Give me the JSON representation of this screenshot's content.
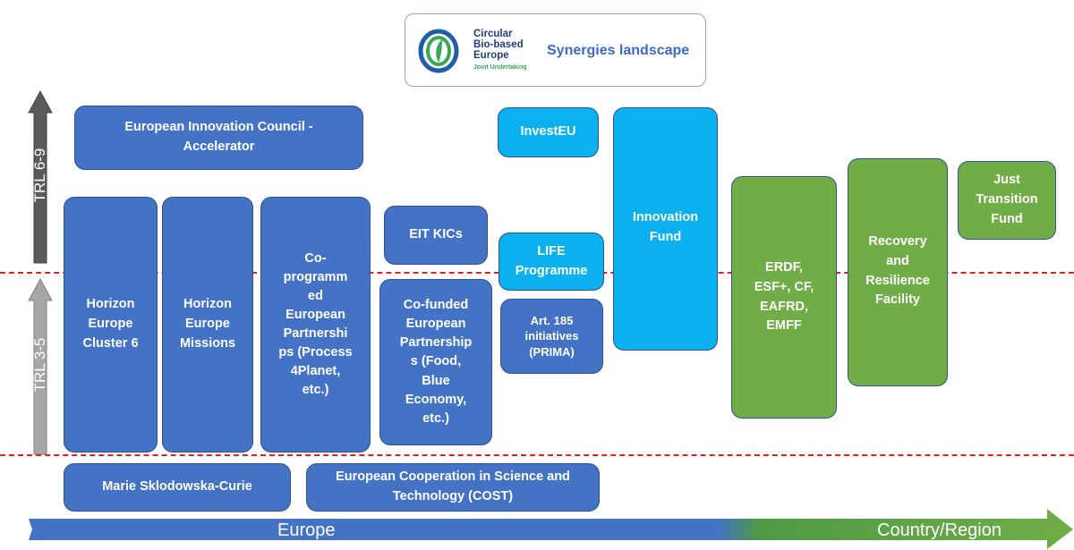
{
  "header": {
    "org_line1": "Circular",
    "org_line2": "Bio-based",
    "org_line3": "Europe",
    "org_sub": "Joint Undertaking",
    "title": "Synergies landscape"
  },
  "trl": {
    "upper": "TRL 6-9",
    "lower": "TRL 3-5"
  },
  "boxes": {
    "eic": "European Innovation Council -\nAccelerator",
    "cluster6": "Horizon\nEurope\nCluster 6",
    "missions": "Horizon\nEurope\nMissions",
    "coprog": "Co-\nprogramm\ned\nEuropean\nPartnershi\nps (Process\n4Planet,\netc.)",
    "eit": "EIT KICs",
    "cofunded": "Co-funded\nEuropean\nPartnership\ns (Food,\nBlue\nEconomy,\netc.)",
    "investeu": "InvestEU",
    "life": "LIFE\nProgramme",
    "art185": "Art. 185\ninitiatives\n(PRIMA)",
    "innovation_fund": "Innovation\nFund",
    "erdf": "ERDF,\nESF+, CF,\nEAFRD,\nEMFF",
    "rrf": "Recovery\nand\nResilience\nFacility",
    "jtf": "Just\nTransition\nFund",
    "msca": "Marie Sklodowska-Curie",
    "cost": "European Cooperation in Science and\nTechnology (COST)"
  },
  "bottom": {
    "europe": "Europe",
    "country": "Country/Region"
  },
  "colors": {
    "blue": "#4472c4",
    "cyan": "#0ab1ee",
    "green": "#70ad47",
    "dash": "#e02020",
    "trl_upper": "#5a5a5a",
    "trl_lower": "#a6a6a6"
  }
}
